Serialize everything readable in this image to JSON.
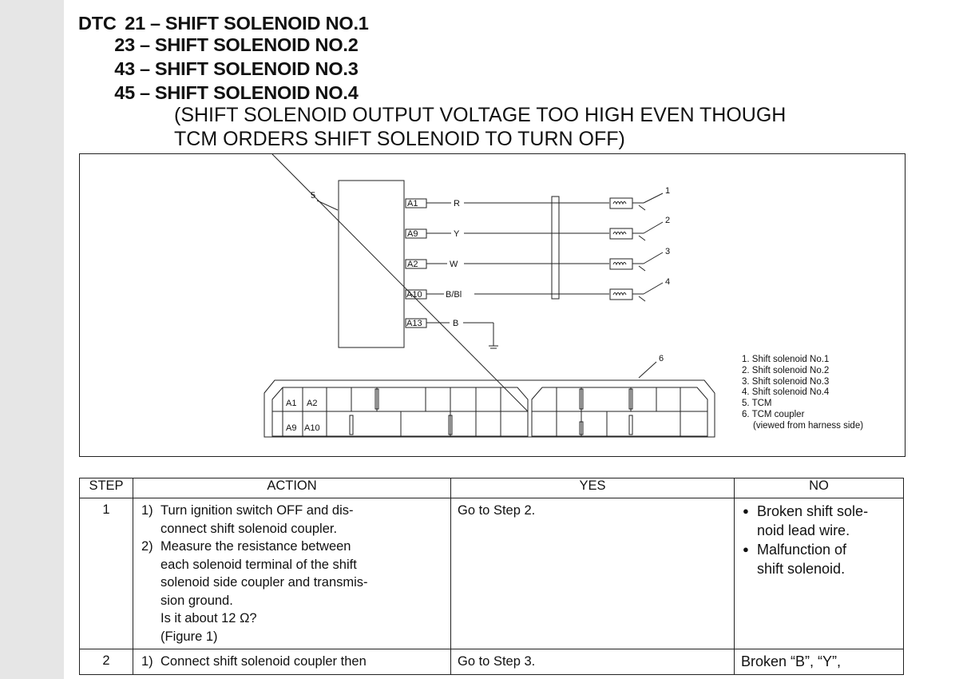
{
  "header": {
    "dtc_prefix": "DTC",
    "codes": [
      {
        "code": "21",
        "label": "SHIFT SOLENOID NO.1"
      },
      {
        "code": "23",
        "label": "SHIFT SOLENOID NO.2"
      },
      {
        "code": "43",
        "label": "SHIFT SOLENOID NO.3"
      },
      {
        "code": "45",
        "label": "SHIFT SOLENOID NO.4"
      }
    ],
    "description_lines": [
      "(SHIFT SOLENOID OUTPUT VOLTAGE TOO HIGH EVEN THOUGH",
      "TCM ORDERS SHIFT SOLENOID TO TURN OFF)"
    ]
  },
  "diagram": {
    "tcm_callout": "5",
    "coupler_callout": "6",
    "terminals": [
      {
        "pin": "A1",
        "wire": "R",
        "solenoid": "1"
      },
      {
        "pin": "A9",
        "wire": "Y",
        "solenoid": "2"
      },
      {
        "pin": "A2",
        "wire": "W",
        "solenoid": "3"
      },
      {
        "pin": "A10",
        "wire": "B/Bl",
        "solenoid": "4"
      },
      {
        "pin": "A13",
        "wire": "B",
        "solenoid": ""
      }
    ],
    "coupler_labels": {
      "top1": "A1",
      "top2": "A2",
      "bot1": "A9",
      "bot2": "A10"
    },
    "legend": [
      "1. Shift solenoid No.1",
      "2. Shift solenoid No.2",
      "3. Shift solenoid No.3",
      "4. Shift solenoid No.4",
      "5. TCM",
      "6. TCM coupler",
      "(viewed from harness side)"
    ]
  },
  "table": {
    "headers": {
      "step": "STEP",
      "action": "ACTION",
      "yes": "YES",
      "no": "NO"
    },
    "rows": [
      {
        "step": "1",
        "actions": [
          {
            "n": "1)",
            "lines": [
              "Turn ignition switch OFF and dis-",
              "connect shift solenoid coupler."
            ]
          },
          {
            "n": "2)",
            "lines": [
              "Measure the resistance between",
              "each solenoid terminal of the shift",
              "solenoid side coupler and transmis-",
              "sion ground.",
              "Is it about 12 Ω?",
              "(Figure 1)"
            ]
          }
        ],
        "yes": "Go to Step 2.",
        "no": [
          {
            "lines": [
              "Broken shift sole-",
              "noid lead wire."
            ]
          },
          {
            "lines": [
              "Malfunction of",
              "shift solenoid."
            ]
          }
        ]
      },
      {
        "step": "2",
        "actions": [
          {
            "n": "1)",
            "lines": [
              "Connect shift solenoid coupler then"
            ]
          }
        ],
        "yes": "Go to Step 3.",
        "no_text": "Broken “B”, “Y”,"
      }
    ]
  }
}
